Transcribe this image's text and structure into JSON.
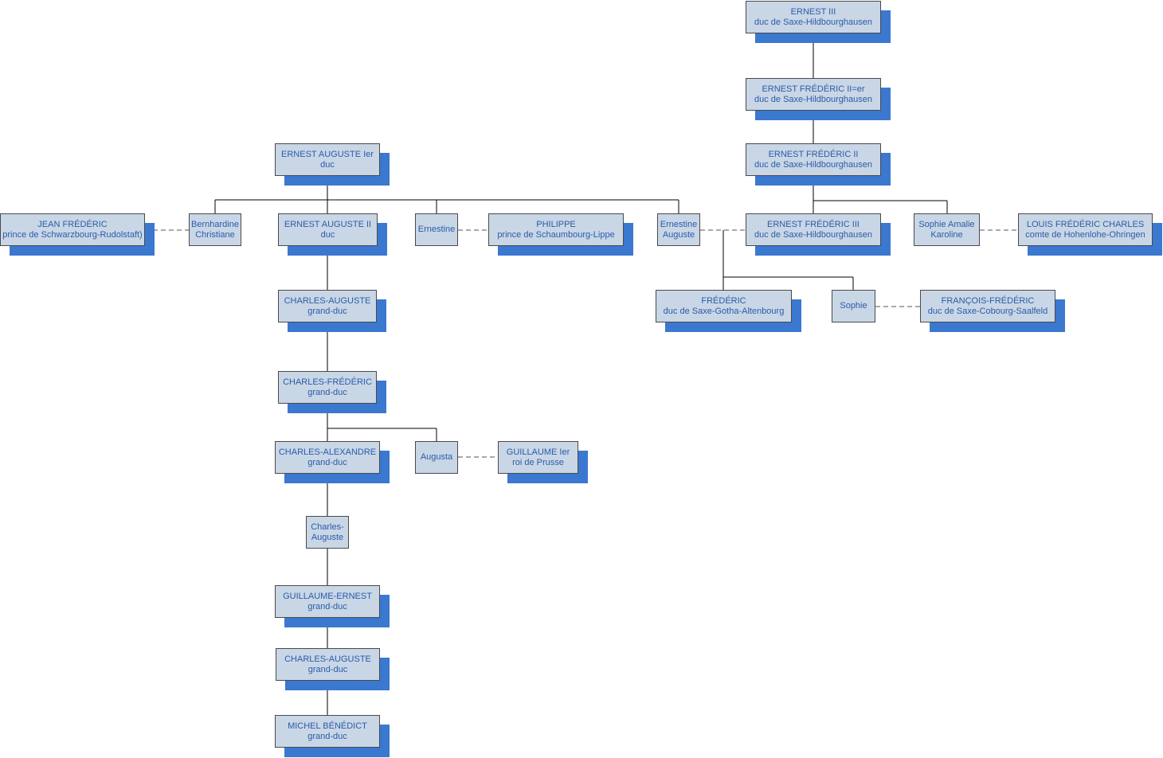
{
  "nodes": [
    {
      "id": "ernest3",
      "line1": "ERNEST III",
      "line2": "duc  de Saxe-Hildbourghausen",
      "shadow": true
    },
    {
      "id": "ernestfred1",
      "line1": "ERNEST FRÉDÉRIC II=er",
      "line2": "duc de Saxe-Hildbourghausen",
      "shadow": true
    },
    {
      "id": "ernestfred2",
      "line1": "ERNEST FRÉDÉRIC II",
      "line2": "duc de Saxe-Hildbourghausen",
      "shadow": true
    },
    {
      "id": "ernestfred3",
      "line1": "ERNEST FRÉDÉRIC III",
      "line2": "duc de Saxe-Hildbourghausen",
      "shadow": true
    },
    {
      "id": "sophieamalie",
      "line1": "Sophie Amalie",
      "line2": "Karoline",
      "shadow": false
    },
    {
      "id": "louisfred",
      "line1": "LOUIS FRÉDÉRIC CHARLES",
      "line2": "comte de Hohenlohe-Ohringen",
      "shadow": true
    },
    {
      "id": "ernestineaug",
      "line1": "Ernestine",
      "line2": "Auguste",
      "shadow": false
    },
    {
      "id": "frederic",
      "line1": "FRÉDÉRIC",
      "line2": "duc de Saxe-Gotha-Altenbourg",
      "shadow": true
    },
    {
      "id": "sophie",
      "line1": "Sophie",
      "line2": "",
      "shadow": false
    },
    {
      "id": "francoisfred",
      "line1": "FRANÇOIS-FRÉDÉRIC",
      "line2": "duc de Saxe-Cobourg-Saalfeld",
      "shadow": true
    },
    {
      "id": "ernestaug1",
      "line1": "ERNEST AUGUSTE Ier",
      "line2": "duc",
      "shadow": true
    },
    {
      "id": "jeanfred",
      "line1": "JEAN FRÉDÉRIC",
      "line2": "prince de Schwarzbourg-Rudolstaft)",
      "shadow": true
    },
    {
      "id": "bernhardine",
      "line1": "Bernhardine",
      "line2": "Christiane",
      "shadow": false
    },
    {
      "id": "ernestaug2",
      "line1": "ERNEST AUGUSTE II",
      "line2": "duc",
      "shadow": true
    },
    {
      "id": "ernestine",
      "line1": "Ernestine",
      "line2": "",
      "shadow": false
    },
    {
      "id": "philippe",
      "line1": "PHILIPPE",
      "line2": "prince de Schaumbourg-Lippe",
      "shadow": true
    },
    {
      "id": "charlesaug1",
      "line1": "CHARLES-AUGUSTE",
      "line2": "grand-duc",
      "shadow": true
    },
    {
      "id": "charlesfred",
      "line1": "CHARLES-FRÉDÉRIC",
      "line2": "grand-duc",
      "shadow": true
    },
    {
      "id": "charlesalex",
      "line1": "CHARLES-ALEXANDRE",
      "line2": "grand-duc",
      "shadow": true
    },
    {
      "id": "augusta",
      "line1": "Augusta",
      "line2": "",
      "shadow": false
    },
    {
      "id": "guillaume1",
      "line1": "GUILLAUME Ier",
      "line2": "roi de Prusse",
      "shadow": true
    },
    {
      "id": "charlesaugsmall",
      "line1": "Charles-",
      "line2": "Auguste",
      "shadow": false
    },
    {
      "id": "guillaumeernest",
      "line1": "GUILLAUME-ERNEST",
      "line2": "grand-duc",
      "shadow": true
    },
    {
      "id": "charlesaug2",
      "line1": "CHARLES-AUGUSTE",
      "line2": "grand-duc",
      "shadow": true
    },
    {
      "id": "michel",
      "line1": "MICHEL BÉNÉDICT",
      "line2": "grand-duc",
      "shadow": true
    }
  ],
  "colors": {
    "box_fill": "#c9d6e6",
    "box_border": "#4a4a4a",
    "shadow": "#3b78d0",
    "text": "#2a5ca8",
    "line": "#000000",
    "marriage_line": "#555555"
  }
}
